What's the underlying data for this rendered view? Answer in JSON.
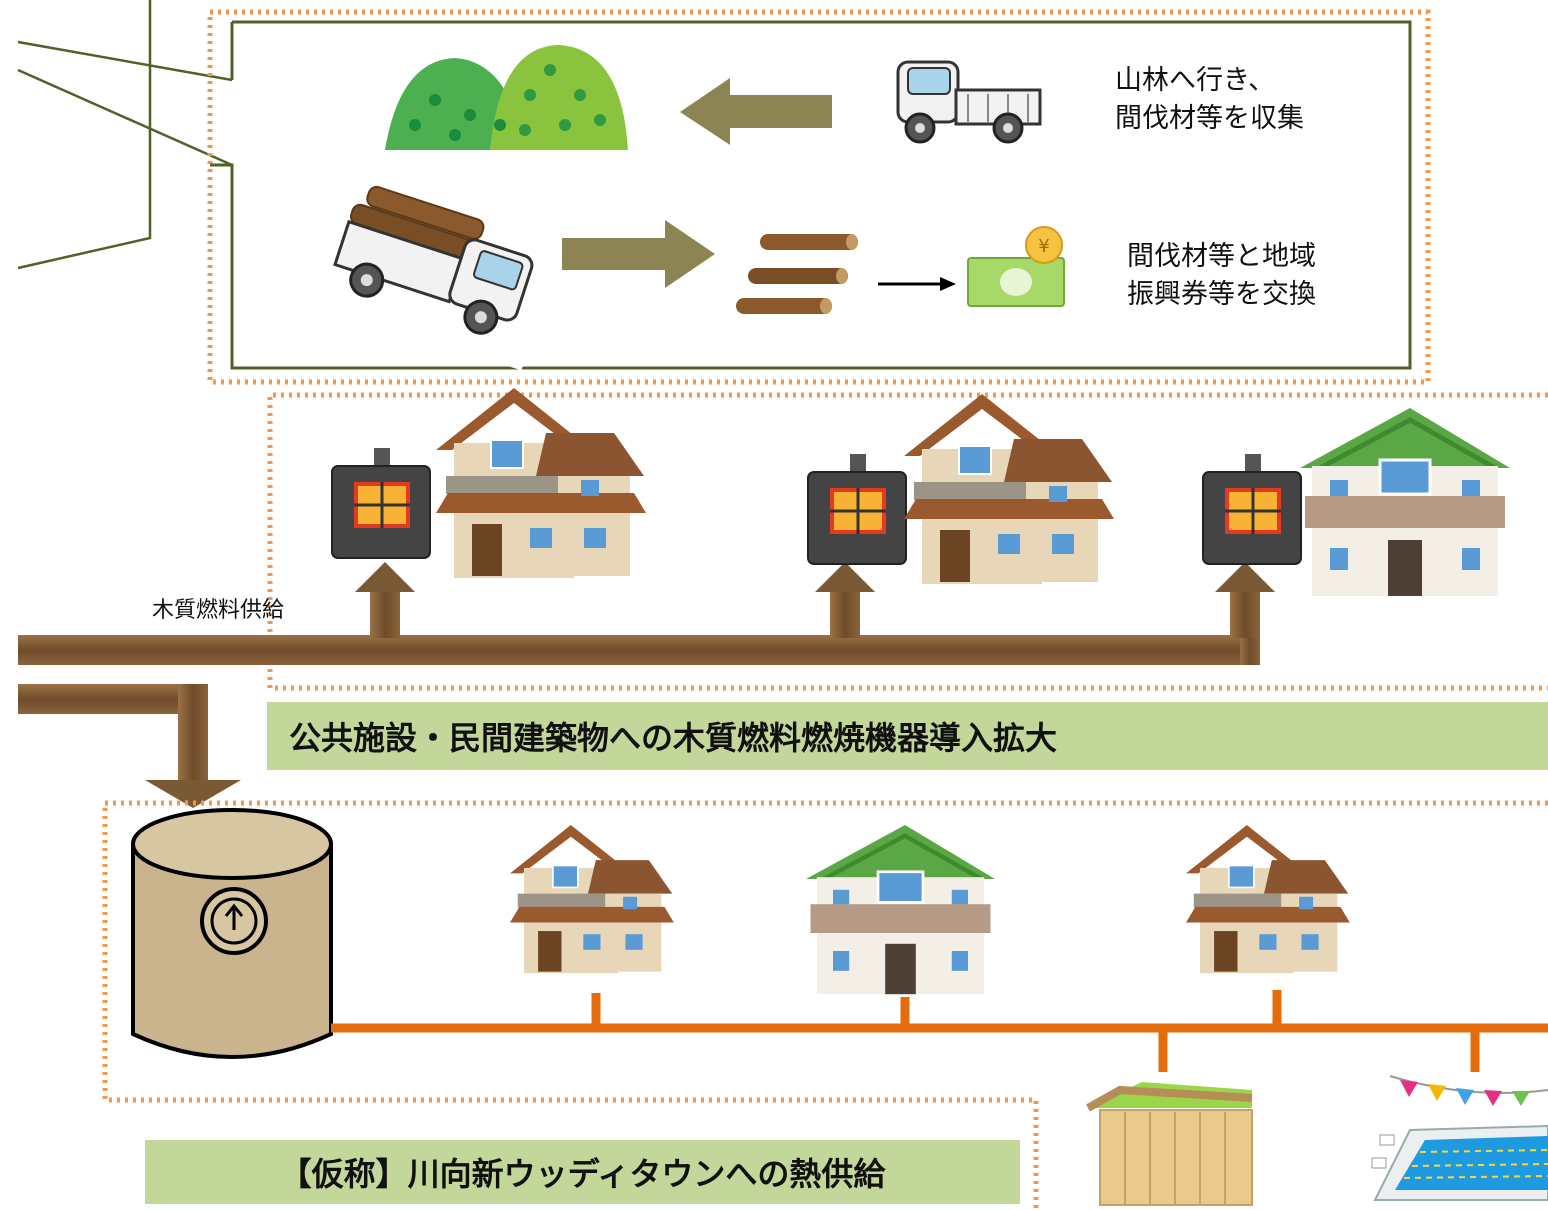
{
  "top_panel": {
    "caption_collect": "山林へ行き、\n間伐材等を収集",
    "caption_exchange": "間伐材等と地域\n振興券等を交換"
  },
  "supply_label": "木質燃料供給",
  "banner_middle": "公共施設・民間建築物への木質燃料燃焼機器導入拡大",
  "banner_bottom": "【仮称】川向新ウッディタウンへの熱供給",
  "icons": [
    "mountain-icon",
    "truck-icon",
    "log-icon",
    "voucher-icon",
    "coin-icon",
    "stove-icon",
    "house-icon",
    "tank-icon",
    "gauge-icon",
    "bath-icon",
    "pool-icon",
    "bunting-icon"
  ],
  "colors": {
    "frame_green": "#4f6228",
    "dotted_orange": "#f79646",
    "heat_pipe": "#e46c0a",
    "banner_bg": "#c4d79b",
    "arrow_olive": "#8c8553",
    "wood": "#7a5a34"
  }
}
